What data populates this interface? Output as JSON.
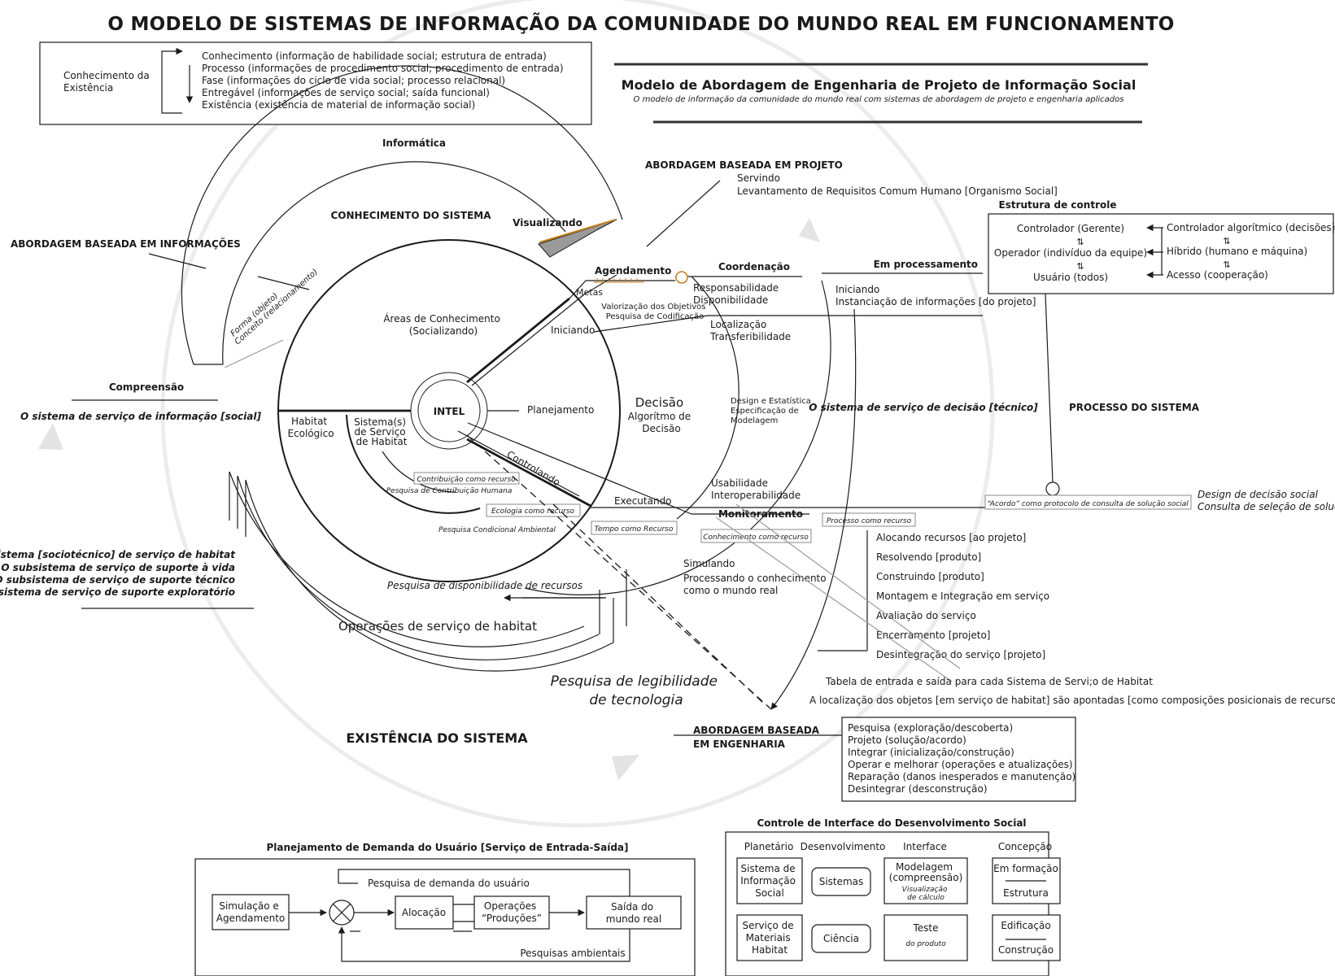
{
  "title": "O MODELO DE SISTEMAS DE INFORMAÇÃO DA COMUNIDADE DO MUNDO REAL EM FUNCIONAMENTO",
  "knowledge_box": {
    "label": [
      "Conhecimento da",
      "Existência"
    ],
    "items": [
      "Conhecimento (informação de habilidade social; estrutura de entrada)",
      "Processo (informações de procedimento social; procedimento de entrada)",
      "Fase (informações do ciclo de vida social; processo relacional)",
      "Entregável (informações de serviço social; saída funcional)",
      "Existência (existência de material de informação social)"
    ]
  },
  "model_header": {
    "title": "Modelo de Abordagem de Engenharia de Projeto de Informação Social",
    "subtitle": "O modelo de informação da comunidade do mundo real com sistemas de abordagem de projeto e engenharia aplicados"
  },
  "left": {
    "informatica": "Informática",
    "conhecimento_sistema": "CONHECIMENTO DO SISTEMA",
    "visualizando": "Visualizando",
    "abordagem_info": "ABORDAGEM BASEADA EM INFORMAÇÕES",
    "forma": "Forma (objeto)",
    "conceito": "Conceito (relacionamento)",
    "compreensao": "Compreensão",
    "servico_info": "O sistema de serviço de informação [social]",
    "habitat_lines": [
      "O sistema [sociotécnico] de serviço  de habitat",
      "O subsistema de serviço de suporte à vida",
      "O subsistema de serviço de suporte técnico",
      "O subsistema de serviço de suporte exploratório"
    ]
  },
  "circle": {
    "areas": [
      "Áreas de Conhecimento",
      "(Socializando)"
    ],
    "intel": "INTEL",
    "habitat_ecologico": [
      "Habitat",
      "Ecológico"
    ],
    "sistemas_servico": [
      "Sistema(s)",
      "de Serviço",
      "de Habitat"
    ],
    "planejamento": "Planejamento",
    "iniciando": "Iniciando",
    "metas": "Metas",
    "agendamento": "Agendamento",
    "valorizacao": [
      "Valorização dos Objetivos",
      "Pesquisa de Codificação"
    ],
    "controlando": "Controlando",
    "contribuicao": "Contribuição como recurso",
    "pesquisa_contrib": "Pesquisa de Contribuição Humana",
    "ecologia": "Ecologia como recurso",
    "pesquisa_ambiental": "Pesquisa Condicional Ambiental",
    "tempo": "Tempo como Recurso",
    "executando": "Executando",
    "decisao": [
      "Decisão",
      "Algorítmo de",
      "Decisão"
    ],
    "pesquisa_disp": "Pesquisa de disponibilidade de recursos",
    "operacoes": "Operações de serviço de habitat"
  },
  "right_arc": {
    "coordenacao": "Coordenação",
    "responsabilidade": [
      "Responsabilidade",
      "Disponibilidade"
    ],
    "localizacao": [
      "Localização",
      "Transferibilidade"
    ],
    "design": [
      "Design e Estatística",
      "Especificação de",
      "Modelagem"
    ],
    "usabilidade": [
      "Usabilidade",
      "Interoperabilidade"
    ],
    "monitoramento": "Monitoramento",
    "conhecimento_recurso": "Conhecimento como recurso",
    "processo_recurso": "Processo como recurso",
    "simulando": [
      "Simulando",
      "Processando o conhecimento",
      "como o mundo real"
    ],
    "decisao_tecnico": "O sistema de serviço de decisão [técnico]",
    "processo_sistema": "PROCESSO DO SISTEMA"
  },
  "top_right": {
    "abordagem_projeto": "ABORDAGEM BASEADA EM PROJETO",
    "servindo": "Servindo",
    "levantamento": "Levantamento de Requisitos Comum Humano [Organismo Social]",
    "em_processamento": "Em processamento",
    "iniciando": [
      "Iniciando",
      "Instanciação de informações [do projeto]"
    ]
  },
  "control_structure": {
    "title": "Estrutura de controle",
    "left": [
      "Controlador (Gerente)",
      "Operador (indivíduo da equipe)",
      "Usuário (todos)"
    ],
    "right": [
      "Controlador algorítmico (decisões)",
      "Híbrido (humano e máquina)",
      "Acesso (cooperação)"
    ]
  },
  "acordo": "“Acordo” como protocolo de consulta de solução social",
  "design_decisao": [
    "Design de decisão social",
    "Consulta de seleção de solução"
  ],
  "steps": [
    "Alocando recursos [ao projeto]",
    "Resolvendo [produto]",
    "Construindo [produto]",
    "Montagem e Integração em serviço",
    "Avaliação do serviço",
    "Encerramento [projeto]",
    "Desintegração do serviço [projeto]"
  ],
  "tabela": "Tabela de entrada e saída para cada Sistema de Servi;o de Habitat",
  "localizacao_objetos": "A localização dos objetos [em serviço de habitat] são apontadas [como composições posicionais de recursos]",
  "legibilidade": [
    "Pesquisa de legibilidade",
    "de tecnologia"
  ],
  "existencia": "EXISTÊNCIA DO SISTEMA",
  "engenharia": {
    "label": [
      "ABORDAGEM BASEADA",
      "EM ENGENHARIA"
    ],
    "items": [
      "Pesquisa (exploração/descoberta)",
      "Projeto (solução/acordo)",
      "Integrar (inicialização/construção)",
      "Operar e melhorar (operações e atualizações)",
      "Reparação (danos inesperados e manutenção)",
      "Desintegrar (desconstrução)"
    ]
  },
  "demand": {
    "title": "Planejamento de Demanda do Usuário [Serviço de Entrada-Saída]",
    "simulacao": [
      "Simulação e",
      "Agendamento"
    ],
    "pesquisa_demanda": "Pesquisa de demanda do usuário",
    "alocacao": "Alocação",
    "operacoes": [
      "Operações",
      "“Produções”"
    ],
    "saida": [
      "Saída do",
      "mundo real"
    ],
    "pesquisas_ambientais": "Pesquisas ambientais"
  },
  "interface": {
    "title": "Controle de Interface do Desenvolvimento Social",
    "headers": [
      "Planetário",
      "Desenvolvimento",
      "Interface",
      "Concepção"
    ],
    "sistema_info": [
      "Sistema de",
      "Informação",
      "Social"
    ],
    "sistemas": "Sistemas",
    "modelagem": [
      "Modelagem",
      "(compreensão)"
    ],
    "visualizacao": [
      "Visualização",
      "de cálculo"
    ],
    "em_formacao": "Em formação",
    "estrutura": "Estrutura",
    "servico_materiais": [
      "Serviço de",
      "Materiais",
      "Habitat"
    ],
    "ciencia": "Ciência",
    "teste": "Teste",
    "do_produto": "do produto",
    "edificacao": "Edificação",
    "construcao": "Construção"
  }
}
